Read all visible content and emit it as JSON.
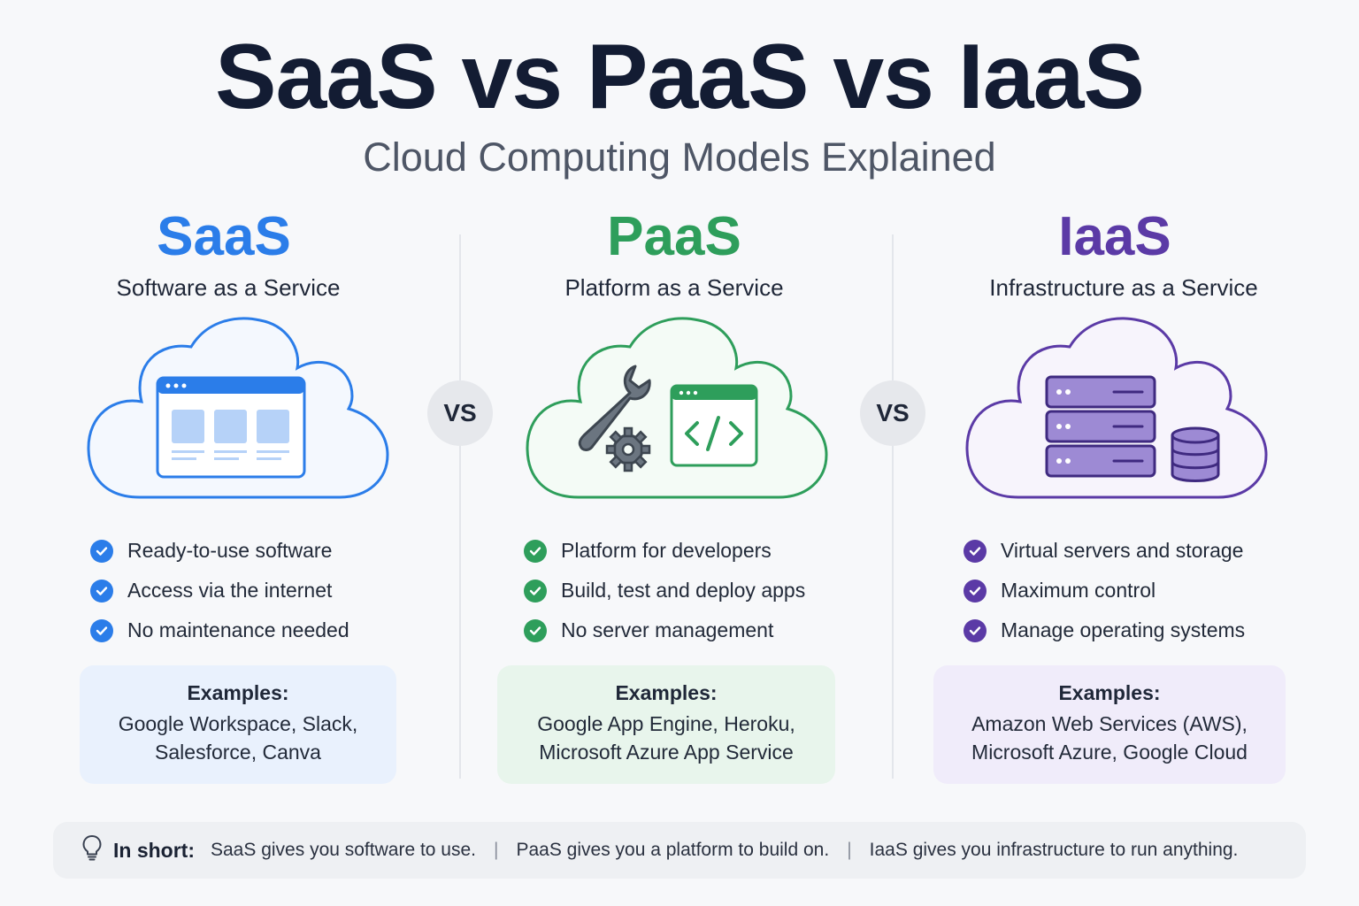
{
  "title": "SaaS vs PaaS vs IaaS",
  "subtitle": "Cloud Computing Models Explained",
  "vs_label": "VS",
  "columns": [
    {
      "abbr": "SaaS",
      "name": "Software as a Service",
      "color": "#2b7de9",
      "icon": "browser-window-icon",
      "features": [
        "Ready-to-use software",
        "Access via the internet",
        "No maintenance needed"
      ],
      "examples_title": "Examples:",
      "examples": "Google Workspace, Slack,\nSalesforce, Canva"
    },
    {
      "abbr": "PaaS",
      "name": "Platform as a Service",
      "color": "#2e9e5b",
      "icon": "wrench-gear-code-window-icon",
      "features": [
        "Platform for developers",
        "Build, test and deploy apps",
        "No server management"
      ],
      "examples_title": "Examples:",
      "examples": "Google App Engine, Heroku,\nMicrosoft Azure App Service"
    },
    {
      "abbr": "IaaS",
      "name": "Infrastructure as a Service",
      "color": "#5b3aa6",
      "icon": "server-rack-database-icon",
      "features": [
        "Virtual servers and storage",
        "Maximum control",
        "Manage operating systems"
      ],
      "examples_title": "Examples:",
      "examples": "Amazon Web Services (AWS),\nMicrosoft Azure, Google Cloud"
    }
  ],
  "summary": {
    "icon": "lightbulb-icon",
    "label": "In short:",
    "saas": "SaaS gives you software to use.",
    "paas": "PaaS gives you a platform to build on.",
    "iaas": "IaaS gives you infrastructure to run anything.",
    "separator": "|"
  }
}
